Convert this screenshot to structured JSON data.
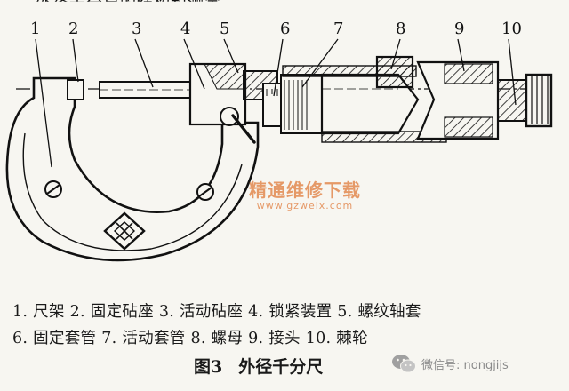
{
  "top_text": "一、外径千分尺的结构和测定",
  "part_numbers": [
    "1",
    "2",
    "3",
    "4",
    "5",
    "6",
    "7",
    "8",
    "9",
    "10"
  ],
  "legend": {
    "line1": "1. 尺架 2. 固定砧座 3. 活动砧座 4. 锁紧装置 5. 螺纹轴套",
    "line2": "6. 固定套管 7. 活动套管 8. 螺母 9. 接头 10. 棘轮"
  },
  "caption": {
    "figure_no": "图3",
    "title": "外径千分尺"
  },
  "watermark": {
    "title": "精通维修下载",
    "url": "www.gzweix.com"
  },
  "wechat": "微信号: nongjijs",
  "colors": {
    "ink": "#111111",
    "paper": "#f7f6f1",
    "watermark": "#e07a3a",
    "wechat": "#8b8b8b"
  }
}
